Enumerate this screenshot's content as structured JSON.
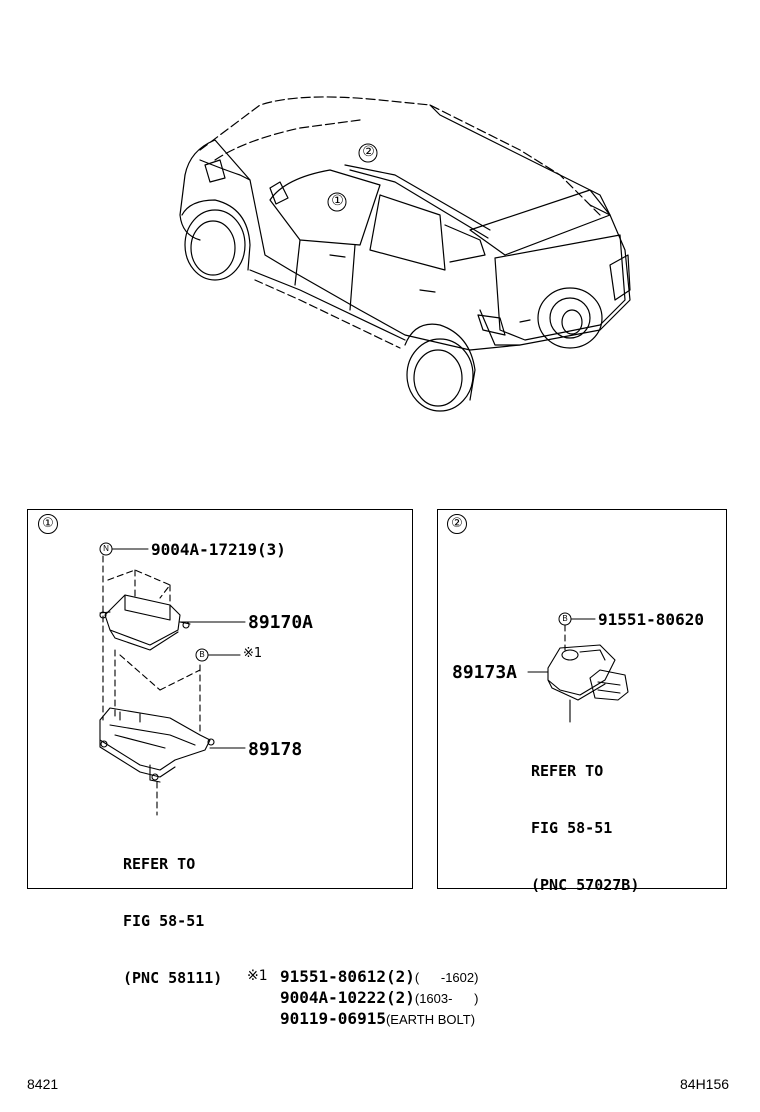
{
  "callouts": {
    "c1": "①",
    "c2": "②",
    "n": "N",
    "b": "B",
    "note_mark": "※1"
  },
  "panel1": {
    "part_top": "9004A-17219(3)",
    "part_sensor": "89170A",
    "part_bracket": "89178",
    "bolt_note": "※1",
    "refer_lines": [
      "REFER TO",
      "FIG 58-51",
      "(PNC 58111)"
    ]
  },
  "panel2": {
    "part_bolt": "91551-80620",
    "part_sensor": "89173A",
    "refer_lines": [
      "REFER TO",
      "FIG 58-51",
      "(PNC 57027B)"
    ]
  },
  "footnote": {
    "mark": "※1",
    "rows": [
      {
        "part": "91551-80612(2)",
        "range": "(      -1602)"
      },
      {
        "part": "9004A-10222(2)",
        "range": "(1603-      )"
      },
      {
        "part": "90119-06915",
        "range": "(EARTH BOLT)"
      }
    ]
  },
  "corner": {
    "left": "8421",
    "right": "84H156"
  },
  "colors": {
    "line": "#000000",
    "background": "#ffffff"
  }
}
